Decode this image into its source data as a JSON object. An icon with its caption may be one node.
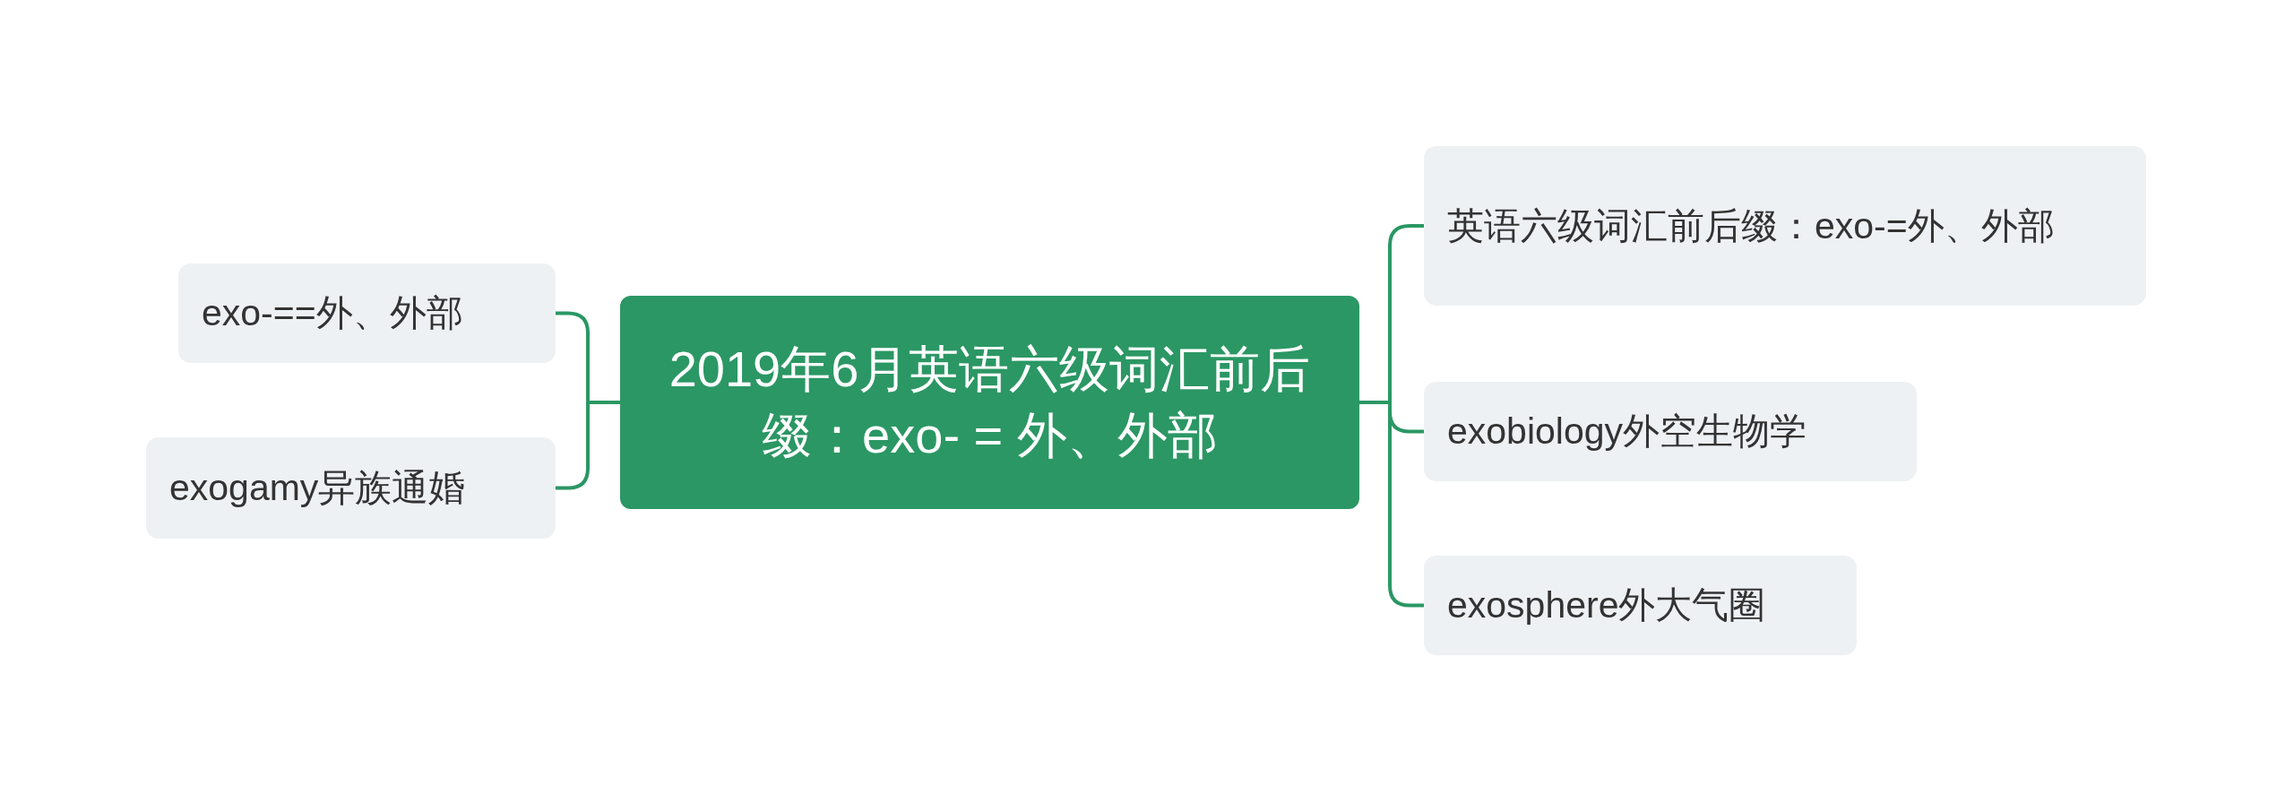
{
  "diagram": {
    "nodes": [
      {
        "text": [
          "2019年6月英语六级词汇前后缀：exo- = 外、外部"
        ]
      },
      {
        "text": [
          "exo-==外、外部"
        ]
      },
      {
        "text": [
          "exogamy异族通婚"
        ]
      },
      {
        "text": [
          "英语六级词汇前后缀：exo-=外、外部"
        ]
      },
      {
        "text": [
          "exobiology外空生物学"
        ]
      },
      {
        "text": [
          "exosphere外大气圈"
        ]
      }
    ],
    "edges": [
      {
        "from": 0,
        "to": 1,
        "arrow": "none"
      },
      {
        "from": 0,
        "to": 2,
        "arrow": "none"
      },
      {
        "from": 0,
        "to": 3,
        "arrow": "none"
      },
      {
        "from": 0,
        "to": 4,
        "arrow": "none"
      },
      {
        "from": 0,
        "to": 5,
        "arrow": "none"
      }
    ]
  }
}
